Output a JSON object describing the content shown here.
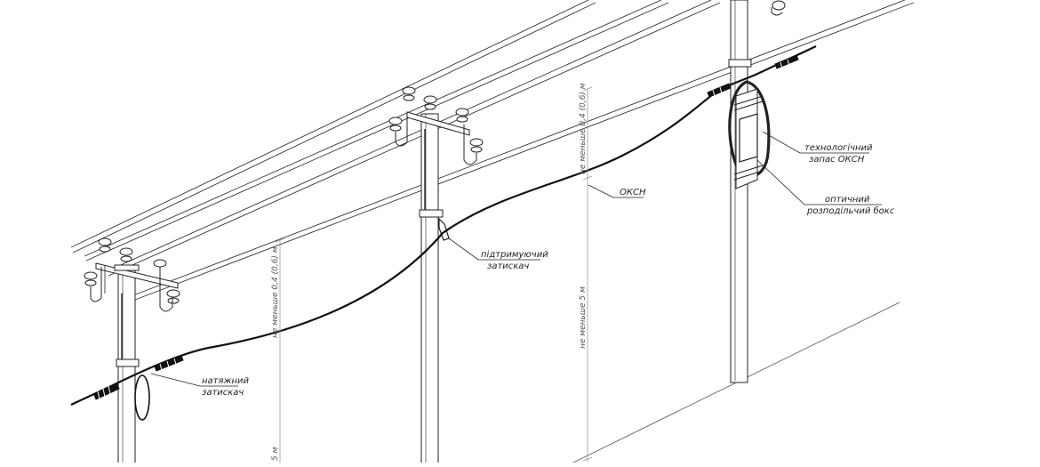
{
  "labels": {
    "tension_clamp": [
      "натяжний",
      "затискач"
    ],
    "support_clamp": [
      "підтримуючий",
      "затискач"
    ],
    "cable": "ОКСН",
    "cable_reserve": [
      "технологічний",
      "запас ОКСН"
    ],
    "distribution_box": [
      "оптичний",
      "розподільчий бокс"
    ]
  },
  "dimensions": {
    "gap_min": "не меньше 0,4 (0,6) м",
    "height_min": "не меньше 5 м",
    "height_min_short": "5 м"
  },
  "colors": {
    "line": "#222222",
    "thin": "#555555",
    "dim": "#9a9a9a",
    "background": "#ffffff"
  }
}
